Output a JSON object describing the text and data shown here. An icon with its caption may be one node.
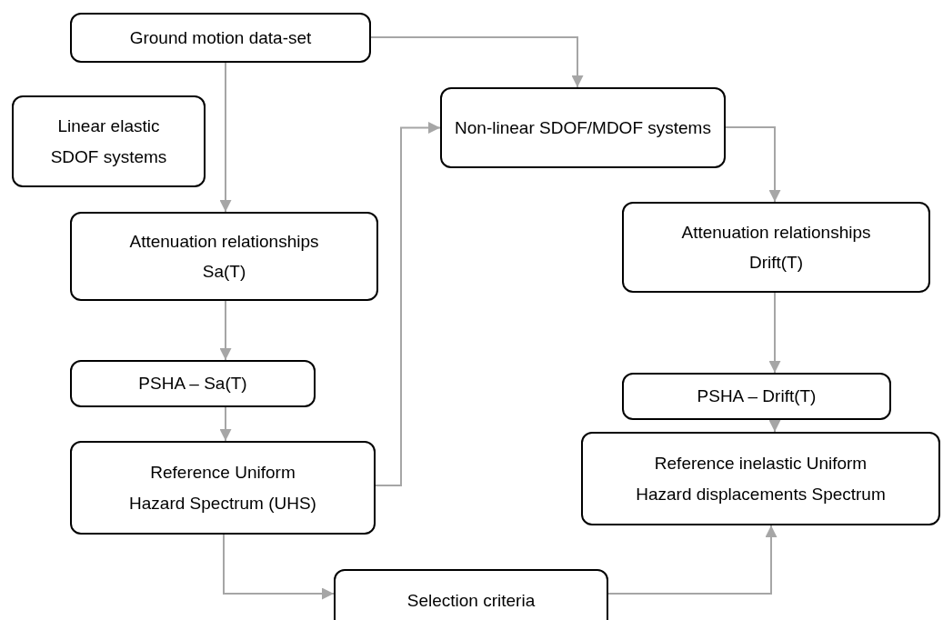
{
  "diagram": {
    "nodes": [
      {
        "text": [
          "Ground motion data-set"
        ]
      },
      {
        "text": [
          "Linear elastic SDOF systems"
        ]
      },
      {
        "text": [
          "Non-linear SDOF/MDOF systems"
        ]
      },
      {
        "text": [
          "Attenuation relationships Sa(T)"
        ]
      },
      {
        "text": [
          "PSHA – Sa(T)"
        ]
      },
      {
        "text": [
          "Reference Uniform Hazard Spectrum (UHS)"
        ]
      },
      {
        "text": [
          "Attenuation relationships Drift(T)"
        ]
      },
      {
        "text": [
          "PSHA – Drift(T)"
        ]
      },
      {
        "text": [
          "Reference inelastic Uniform Hazard displacements Spectrum"
        ]
      },
      {
        "text": [
          "Selection criteria"
        ]
      }
    ],
    "edges": [
      {
        "from": 0,
        "to": 3,
        "arrow": "to",
        "color": "#a6a6a6"
      },
      {
        "from": 0,
        "to": 2,
        "arrow": "to",
        "color": "#a6a6a6"
      },
      {
        "from": 5,
        "to": 2,
        "arrow": "to",
        "color": "#a6a6a6"
      },
      {
        "from": 3,
        "to": 4,
        "arrow": "to",
        "color": "#a6a6a6"
      },
      {
        "from": 4,
        "to": 5,
        "arrow": "to",
        "color": "#a6a6a6"
      },
      {
        "from": 2,
        "to": 6,
        "arrow": "to",
        "color": "#a6a6a6"
      },
      {
        "from": 6,
        "to": 7,
        "arrow": "to",
        "color": "#a6a6a6"
      },
      {
        "from": 7,
        "to": 8,
        "arrow": "to",
        "color": "#a6a6a6"
      },
      {
        "from": 5,
        "to": 9,
        "arrow": "to",
        "color": "#a6a6a6"
      },
      {
        "from": 9,
        "to": 8,
        "arrow": "to",
        "color": "#a6a6a6"
      }
    ]
  }
}
